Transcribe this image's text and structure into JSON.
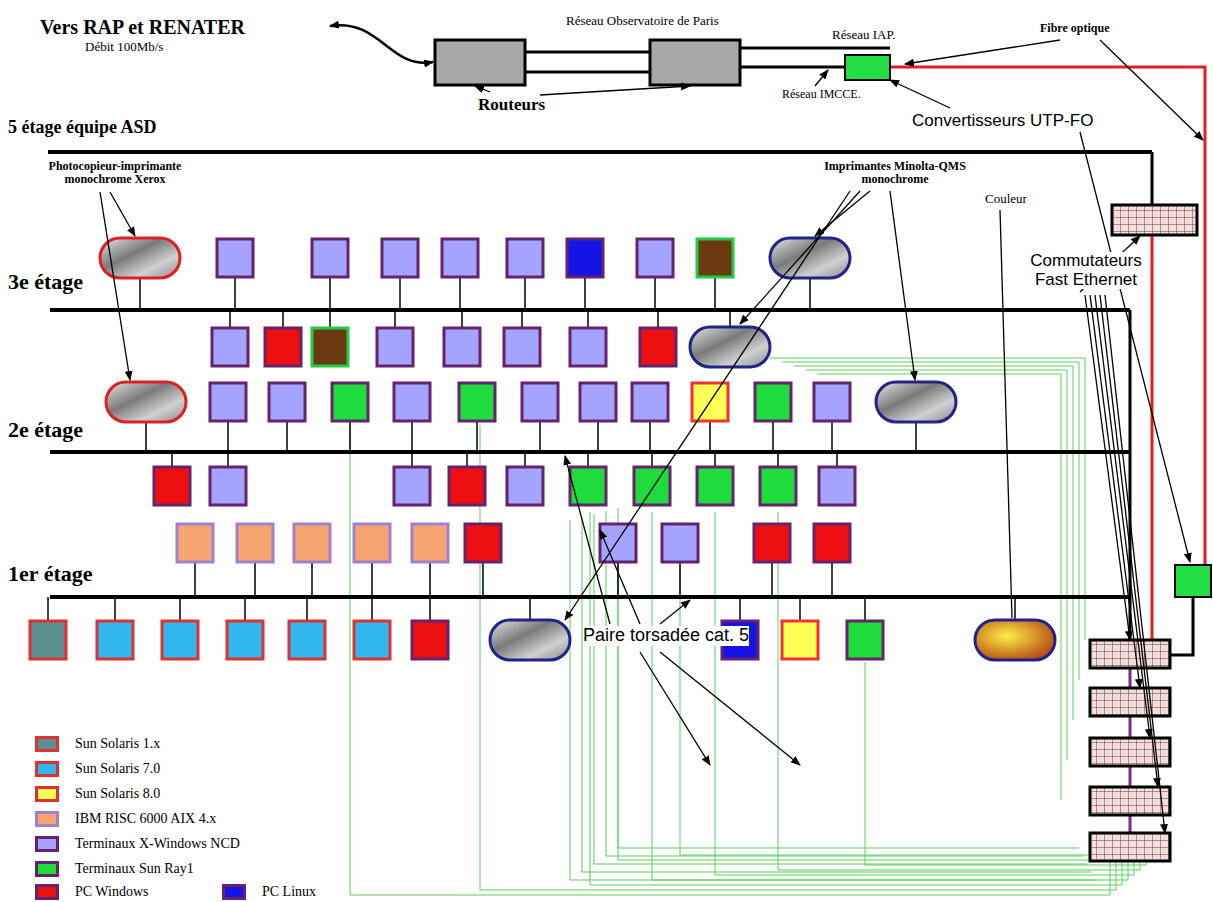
{
  "diagram": {
    "labels": [
      "Vers RAP et RENATER",
      "Débit 100Mb/s",
      "Réseau Observatoire de Paris",
      "Réseau IAP.",
      "Fibre optique",
      "Routeurs",
      "Réseau IMCCE.",
      "Convertisseurs UTP-FO",
      "5 étage équipe ASD",
      "Photocopieur-imprimante monochrome Xerox",
      "Imprimantes Minolta-QMS monochrome",
      "Couleur",
      "Commutateurs Fast Ethernet",
      "3e étage",
      "2e étage",
      "1er étage",
      "Paire torsadée cat. 5"
    ],
    "legend": [
      {
        "text": "Sun Solaris 1.x",
        "color": "#5a9090"
      },
      {
        "text": "Sun Solaris 7.0",
        "color": "#30b8ee"
      },
      {
        "text": "Sun Solaris 8.0",
        "color": "#ffff55"
      },
      {
        "text": "IBM RISC 6000 AIX 4.x",
        "color": "#f6a470"
      },
      {
        "text": "Terminaux X-Windows NCD",
        "color": "#a4a4ff"
      },
      {
        "text": "Terminaux Sun Ray1",
        "color": "#1edc3c"
      },
      {
        "text": "PC Windows",
        "color": "#ee1010"
      },
      {
        "text": "PC Linux",
        "color": "#1414e6"
      }
    ]
  }
}
